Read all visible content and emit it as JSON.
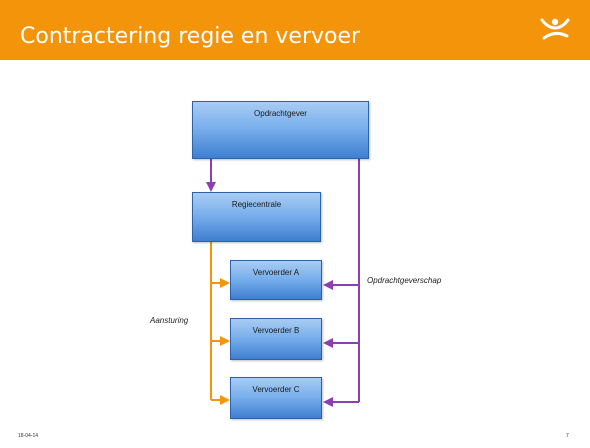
{
  "slide": {
    "title": "Contractering regie en vervoer",
    "logo_icon": "person-silhouette-logo",
    "date": "18-04-14",
    "page_number": "7"
  },
  "colors": {
    "header": "#f3940b",
    "purple_line": "#8b3fb2",
    "orange_line": "#f3940b",
    "box_fill_top": "#a9ccf3",
    "box_fill_bottom": "#3f7fd1"
  },
  "diagram": {
    "nodes": {
      "opdrachtgever": "Opdrachtgever",
      "regiecentrale": "Regiecentrale",
      "vervoerder_a": "Vervoerder A",
      "vervoerder_b": "Vervoerder B",
      "vervoerder_c": "Vervoerder C"
    },
    "edge_labels": {
      "opdrachtgeverschap": "Opdrachtgeverschap",
      "aansturing": "Aansturing"
    },
    "edges": [
      {
        "from": "opdrachtgever",
        "to": "regiecentrale",
        "color": "purple"
      },
      {
        "from": "opdrachtgever",
        "to": "vervoerder_a",
        "color": "purple"
      },
      {
        "from": "opdrachtgever",
        "to": "vervoerder_b",
        "color": "purple"
      },
      {
        "from": "opdrachtgever",
        "to": "vervoerder_c",
        "color": "purple"
      },
      {
        "from": "regiecentrale",
        "to": "vervoerder_a",
        "color": "orange"
      },
      {
        "from": "regiecentrale",
        "to": "vervoerder_b",
        "color": "orange"
      },
      {
        "from": "regiecentrale",
        "to": "vervoerder_c",
        "color": "orange"
      }
    ]
  }
}
